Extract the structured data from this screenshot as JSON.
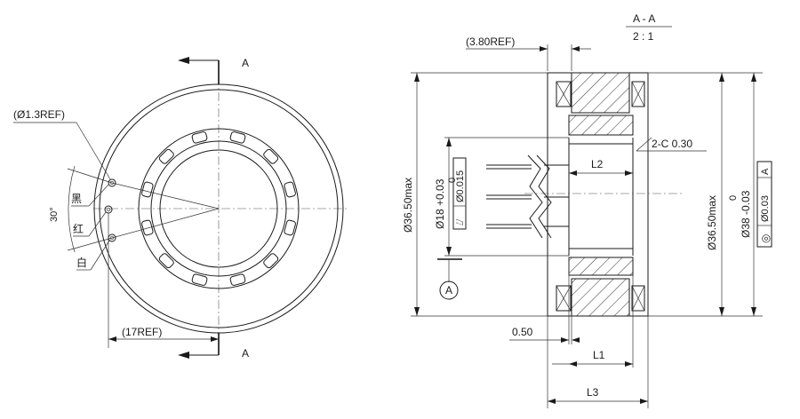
{
  "section": {
    "title": "A - A",
    "scale": "2 : 1",
    "marker_top": "A",
    "marker_bottom": "A"
  },
  "left_view": {
    "hole_dia_ref": "(Ø1.3REF)",
    "angle": "30°",
    "wire_black": "黑",
    "wire_red": "红",
    "wire_white": "白",
    "width_ref": "(17REF)"
  },
  "right_view": {
    "offset_ref": "(3.80REF)",
    "outer_dia_left": "Ø36.50max",
    "inner_dia": "Ø18 +0.03",
    "inner_dia_tol": "0",
    "runout": "Ø0.015",
    "runout_symbol": "⌰",
    "chamfer": "2-C 0.30",
    "l2": "L2",
    "outer_dia_right": "Ø36.50max",
    "shaft_dia": "Ø38 -0.03",
    "shaft_tol": "0",
    "concentricity": "Ø0.03",
    "concentricity_ref": "A",
    "concentricity_symbol": "◎",
    "datum": "A",
    "gap": "0.50",
    "l1": "L1",
    "l3": "L3"
  },
  "colors": {
    "l1": "#2a9a3a",
    "l2": "#d33a2c",
    "l3": "#2a7ab8"
  }
}
